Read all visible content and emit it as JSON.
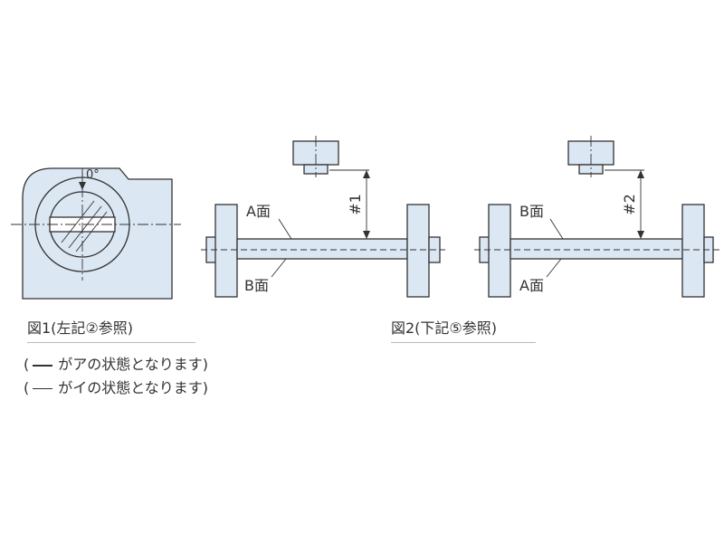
{
  "figure1": {
    "angle_label": "0°",
    "caption": "図1(左記②参照)"
  },
  "figure2_left": {
    "upper_surface_label": "A面",
    "lower_surface_label": "B面",
    "dimension_label": "#1"
  },
  "figure2_right": {
    "upper_surface_label": "B面",
    "lower_surface_label": "A面",
    "dimension_label": "#2"
  },
  "figure2_caption": "図2(下記⑤参照)",
  "notes": [
    {
      "open": "(",
      "text": "がアの状態となります)",
      "line_style": "thick"
    },
    {
      "open": "(",
      "text": "がイの状態となります)",
      "line_style": "thin"
    }
  ]
}
